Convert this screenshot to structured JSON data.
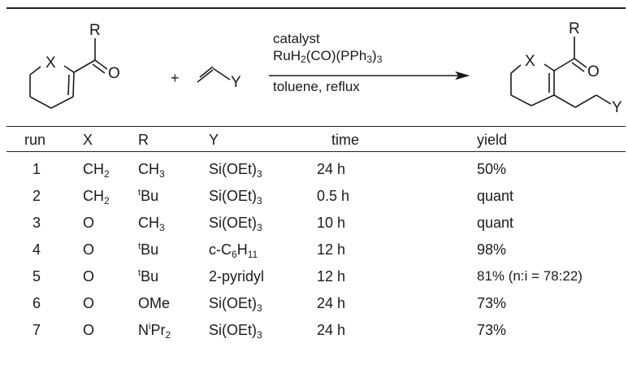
{
  "scheme": {
    "reactant_label_R": "R",
    "reactant_label_X": "X",
    "reactant_label_O": "O",
    "plus": "+",
    "alkene_label_Y": "Y",
    "conditions": {
      "line1": "catalyst",
      "catalyst_formula": [
        "RuH",
        "2",
        "(CO)(PPh",
        "3",
        ")",
        "3"
      ],
      "line3": "toluene, reflux"
    },
    "product_label_R": "R",
    "product_label_X": "X",
    "product_label_O": "O",
    "product_label_Y": "Y"
  },
  "table": {
    "headers": [
      "run",
      "X",
      "R",
      "Y",
      "time",
      "yield"
    ],
    "rows": [
      {
        "run": "1",
        "x": [
          "CH",
          "2"
        ],
        "r": [
          "",
          "CH",
          "3",
          ""
        ],
        "y": [
          "Si(OEt)",
          "3"
        ],
        "time": "24 h",
        "yield": "50%"
      },
      {
        "run": "2",
        "x": [
          "CH",
          "2"
        ],
        "r": [
          "t",
          "Bu",
          "",
          ""
        ],
        "y": [
          "Si(OEt)",
          "3"
        ],
        "time": "0.5 h",
        "yield": "quant"
      },
      {
        "run": "3",
        "x": [
          "O",
          ""
        ],
        "r": [
          "",
          "CH",
          "3",
          ""
        ],
        "y": [
          "Si(OEt)",
          "3"
        ],
        "time": "10 h",
        "yield": "quant"
      },
      {
        "run": "4",
        "x": [
          "O",
          ""
        ],
        "r": [
          "t",
          "Bu",
          "",
          ""
        ],
        "y": [
          "c-C",
          "6",
          "H",
          "11"
        ],
        "time": "12 h",
        "yield": "98%"
      },
      {
        "run": "5",
        "x": [
          "O",
          ""
        ],
        "r": [
          "t",
          "Bu",
          "",
          ""
        ],
        "y": [
          "2-pyridyl",
          ""
        ],
        "time": "12 h",
        "yield": "81% (n:i = 78:22)"
      },
      {
        "run": "6",
        "x": [
          "O",
          ""
        ],
        "r": [
          "",
          "OMe",
          "",
          ""
        ],
        "y": [
          "Si(OEt)",
          "3"
        ],
        "time": "24 h",
        "yield": "73%"
      },
      {
        "run": "7",
        "x": [
          "O",
          ""
        ],
        "r": [
          "",
          "N",
          "",
          "i"
        ],
        "r_tail": [
          "Pr",
          "2"
        ],
        "y": [
          "Si(OEt)",
          "3"
        ],
        "time": "24 h",
        "yield": "73%"
      }
    ]
  }
}
